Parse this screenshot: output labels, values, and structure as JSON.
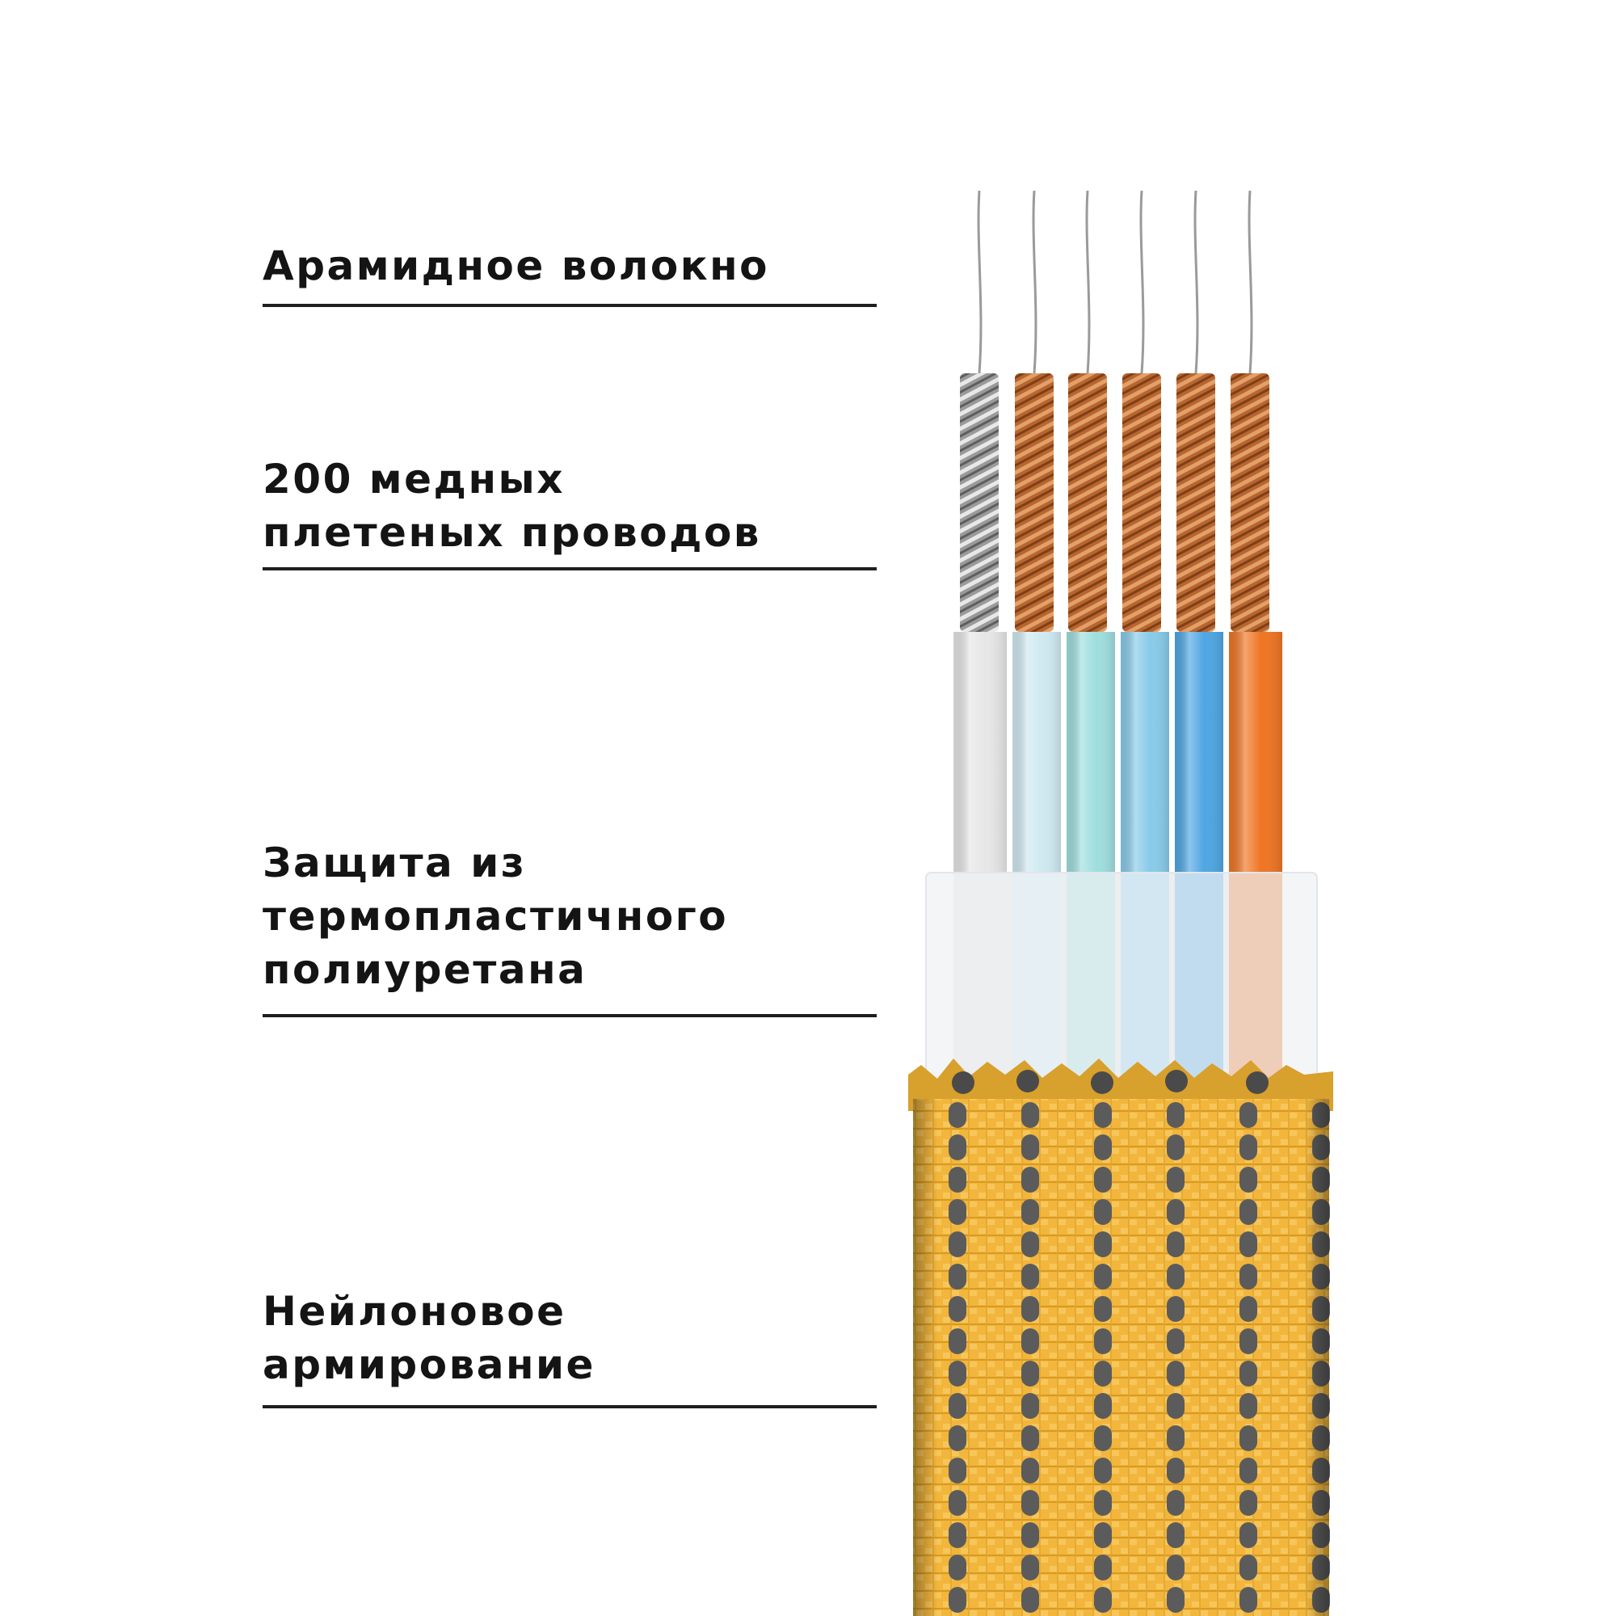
{
  "layers": [
    {
      "id": "aramid",
      "label": "Арамидное волокно"
    },
    {
      "id": "copper",
      "label": "200  медных\nплетеных проводов"
    },
    {
      "id": "tpu",
      "label": "Защита из\nтермопластичного\nполиуретана"
    },
    {
      "id": "nylon",
      "label": "Нейлоновое\nармирование"
    }
  ],
  "colors": {
    "text": "#141414",
    "wire_insulation": [
      "#e6e6e6",
      "#cfe9f1",
      "#9fdede",
      "#88cbe9",
      "#4fa6e3",
      "#ef7523"
    ],
    "copper": "#b8652e",
    "silver": "#a8a8a8",
    "nylon_yellow": "#f2b63d",
    "nylon_stripe": "#5b5b5b"
  }
}
